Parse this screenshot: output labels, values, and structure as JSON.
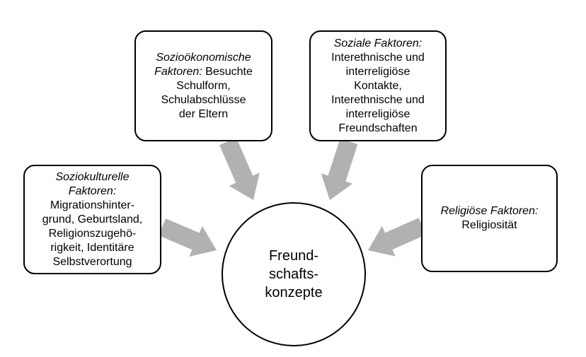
{
  "diagram": {
    "type": "concept-map",
    "center_label": "Freund-\nschafts-\nkonzepte",
    "boxes": [
      {
        "id": "soziooekonomische-faktoren",
        "title": "Sozioökonomische\nFaktoren:",
        "body": " Besuchte\nSchulform,\nSchulabschlüsse\nder Eltern"
      },
      {
        "id": "soziale-faktoren",
        "title": "Soziale Faktoren:",
        "body": "\nInterethnische und\ninterreligiöse\nKontakte,\nInterethnische und\ninterreligiöse\nFreundschaften"
      },
      {
        "id": "soziokulturelle-faktoren",
        "title": "Soziokulturelle\nFaktoren:",
        "body": "\nMigrationshinter-\ngrund, Geburtsland,\nReligionszugehö-\nrigkeit, Identitäre\nSelbstverortung"
      },
      {
        "id": "religioese-faktoren",
        "title": "Religiöse Faktoren:",
        "body": "\nReligiosität"
      }
    ],
    "connections": [
      {
        "from": "Sozioökonomische Faktoren",
        "to": "Freundschaftskonzepte"
      },
      {
        "from": "Soziale Faktoren",
        "to": "Freundschaftskonzepte"
      },
      {
        "from": "Soziokulturelle Faktoren",
        "to": "Freundschaftskonzepte"
      },
      {
        "from": "Religiöse Faktoren",
        "to": "Freundschaftskonzepte"
      }
    ],
    "colors": {
      "arrow": "#b1b1b1",
      "border": "#000000",
      "background": "#ffffff",
      "text": "#000000"
    }
  }
}
